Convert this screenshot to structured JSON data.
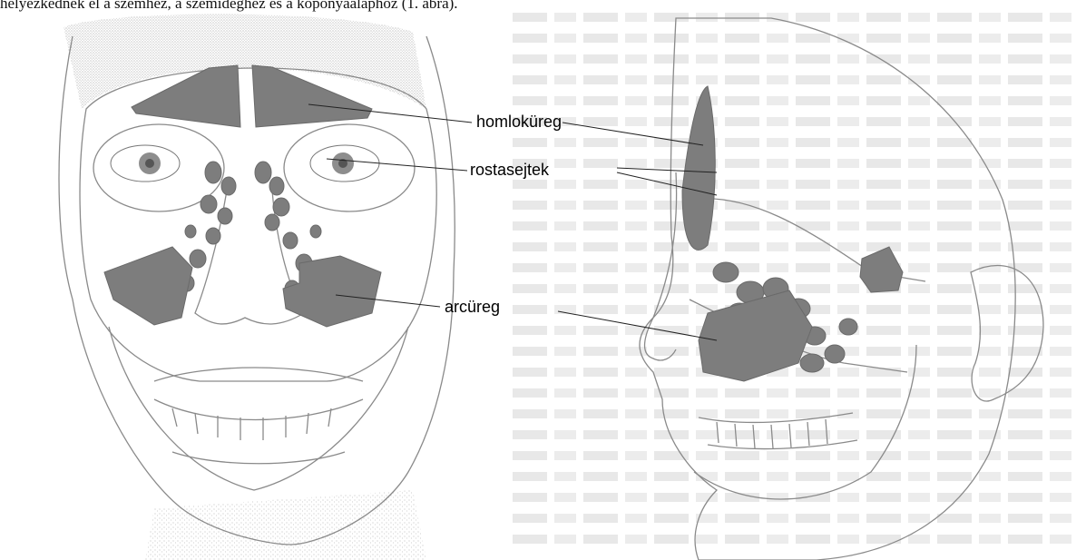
{
  "caption": "helyezkednek el a szemhez, a szemideghez és a koponyaalaphoz (1. ábra).",
  "labels": {
    "frontal": "homloküreg",
    "ethmoid": "rostasejtek",
    "maxillary": "arcüreg"
  },
  "colors": {
    "sinus_fill": "#7d7d7d",
    "stipple": "#8f8f8f",
    "background_text": "#c9c9c9"
  }
}
